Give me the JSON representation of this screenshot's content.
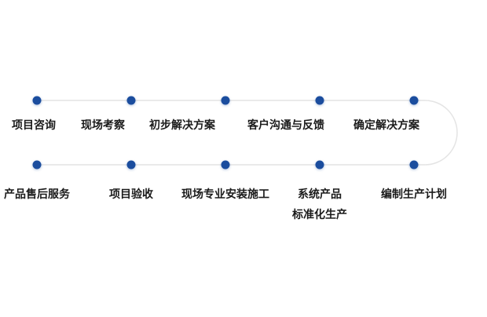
{
  "diagram": {
    "type": "process-flow",
    "background_color": "#ffffff",
    "line_color": "#e4e4e4",
    "dot_color": "#1b4d9e",
    "text_color": "#1a1a1a",
    "top_row": {
      "direction": "left-to-right",
      "steps": [
        {
          "label": "项目咨询"
        },
        {
          "label": "现场考察"
        },
        {
          "label": "初步解决方案"
        },
        {
          "label": "客户沟通与反馈"
        },
        {
          "label": "确定解决方案"
        }
      ]
    },
    "bottom_row": {
      "direction": "right-to-left",
      "steps": [
        {
          "label": "产品售后服务"
        },
        {
          "label": "项目验收"
        },
        {
          "label": "现场专业安装施工"
        },
        {
          "label": "系统产品",
          "label_line2": "标准化生产"
        },
        {
          "label": "编制生产计划"
        }
      ]
    }
  }
}
